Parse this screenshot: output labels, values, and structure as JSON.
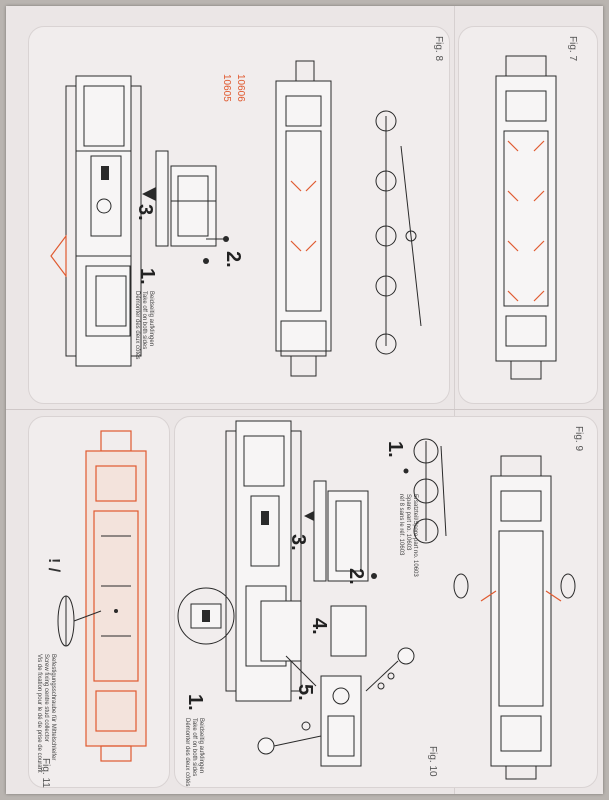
{
  "figures": {
    "fig7": "Fig. 7",
    "fig8": "Fig. 8",
    "fig9": "Fig. 9",
    "fig10": "Fig. 10",
    "fig11": "Fig. 11"
  },
  "fig8": {
    "part_numbers": [
      "10606",
      "10605"
    ],
    "step1": "1.",
    "step2": "2.",
    "step3": "3.",
    "caption": [
      "Beidseitig aufklingen",
      "Take off on both sides",
      "Démonter des deux côtés"
    ]
  },
  "fig9": {
    "step1": "1.",
    "note": [
      "Ersatzteil/Spare part no. 10603",
      "Spare part no. 10603",
      "réf 8 sans le réf. 10603"
    ]
  },
  "fig10": {
    "step1": "1.",
    "step2": "2.",
    "step3": "3.",
    "step4": "4.",
    "step5": "5.",
    "caption": [
      "Beidseitig aufklingen",
      "Take off on both sides",
      "Démonter des deux côtés"
    ]
  },
  "fig11": {
    "mark": "! /",
    "caption": [
      "Befestigungsschraube für Mittelschleifer",
      "Screw fixing centre stud collector",
      "Vis de fixation pour le dé de prise de courant"
    ]
  },
  "colors": {
    "ink": "#2a2a2a",
    "accent": "#e05a30",
    "paper": "#ebe6e6"
  }
}
